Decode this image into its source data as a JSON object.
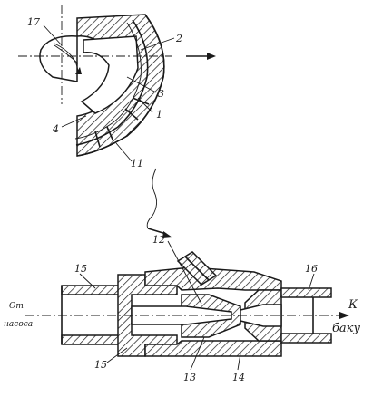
{
  "labels": {
    "l1": "1",
    "l2": "2",
    "l3": "3",
    "l4": "4",
    "l11": "11",
    "l12": "12",
    "l13": "13",
    "l14": "14",
    "l15a": "15",
    "l15b": "15",
    "l16": "16",
    "l17": "17"
  },
  "annotations": {
    "from_pump_1": "От",
    "from_pump_2": "насоса",
    "to_tank_1": "К",
    "to_tank_2": "баку"
  }
}
